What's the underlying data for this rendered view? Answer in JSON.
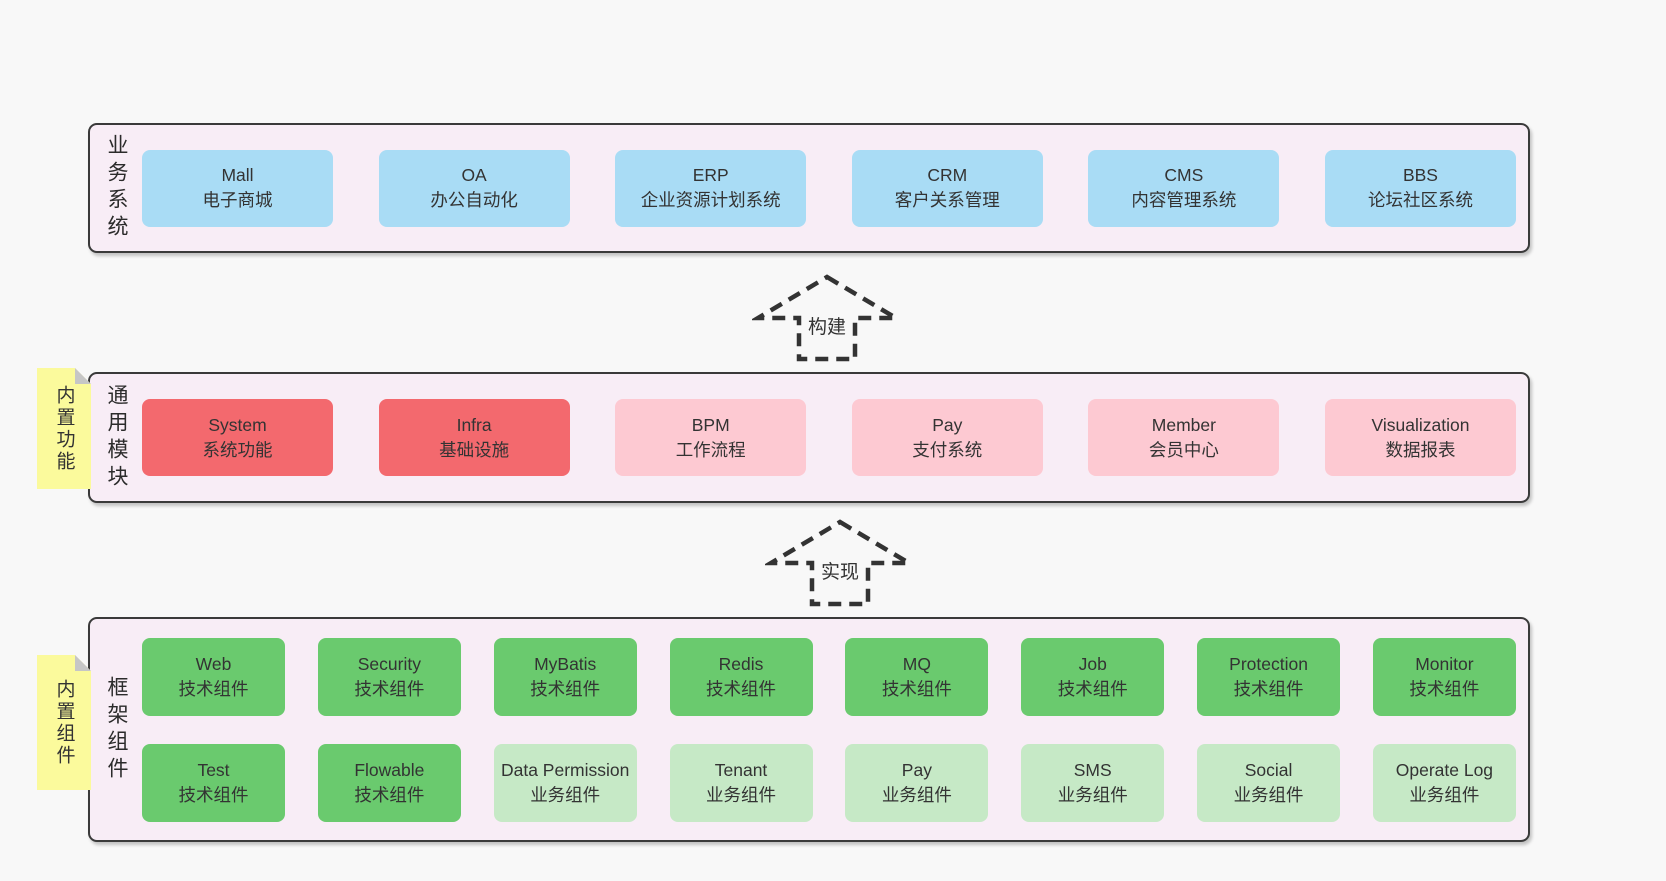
{
  "colors": {
    "page_bg": "#f8f8f8",
    "layer_bg": "#f8edf6",
    "layer_border": "#3a3a3a",
    "blue_box": "#a9dcf5",
    "red_box": "#f3696e",
    "pink_box": "#fdc9d2",
    "green_box": "#6aca6e",
    "light_green_box": "#c6e9c6",
    "sticky_yellow": "#fbfa9c",
    "sticky_fold_gray": "#c6c6c6",
    "text": "#333333",
    "arrow_stroke": "#333333"
  },
  "layers": {
    "business": {
      "label": "业务系统",
      "boxes": [
        {
          "name": "Mall",
          "desc": "电子商城"
        },
        {
          "name": "OA",
          "desc": "办公自动化"
        },
        {
          "name": "ERP",
          "desc": "企业资源计划系统"
        },
        {
          "name": "CRM",
          "desc": "客户关系管理"
        },
        {
          "name": "CMS",
          "desc": "内容管理系统"
        },
        {
          "name": "BBS",
          "desc": "论坛社区系统"
        }
      ]
    },
    "modules": {
      "label": "通用模块",
      "sticky": "内置功能",
      "boxes": [
        {
          "name": "System",
          "desc": "系统功能"
        },
        {
          "name": "Infra",
          "desc": "基础设施"
        },
        {
          "name": "BPM",
          "desc": "工作流程"
        },
        {
          "name": "Pay",
          "desc": "支付系统"
        },
        {
          "name": "Member",
          "desc": "会员中心"
        },
        {
          "name": "Visualization",
          "desc": "数据报表"
        }
      ]
    },
    "components": {
      "label": "框架组件",
      "sticky": "内置组件",
      "row1": [
        {
          "name": "Web",
          "desc": "技术组件"
        },
        {
          "name": "Security",
          "desc": "技术组件"
        },
        {
          "name": "MyBatis",
          "desc": "技术组件"
        },
        {
          "name": "Redis",
          "desc": "技术组件"
        },
        {
          "name": "MQ",
          "desc": "技术组件"
        },
        {
          "name": "Job",
          "desc": "技术组件"
        },
        {
          "name": "Protection",
          "desc": "技术组件"
        },
        {
          "name": "Monitor",
          "desc": "技术组件"
        }
      ],
      "row2": [
        {
          "name": "Test",
          "desc": "技术组件"
        },
        {
          "name": "Flowable",
          "desc": "技术组件"
        },
        {
          "name": "Data Permission",
          "desc": "业务组件"
        },
        {
          "name": "Tenant",
          "desc": "业务组件"
        },
        {
          "name": "Pay",
          "desc": "业务组件"
        },
        {
          "name": "SMS",
          "desc": "业务组件"
        },
        {
          "name": "Social",
          "desc": "业务组件"
        },
        {
          "name": "Operate Log",
          "desc": "业务组件"
        }
      ]
    }
  },
  "arrows": {
    "build": "构建",
    "implement": "实现"
  }
}
